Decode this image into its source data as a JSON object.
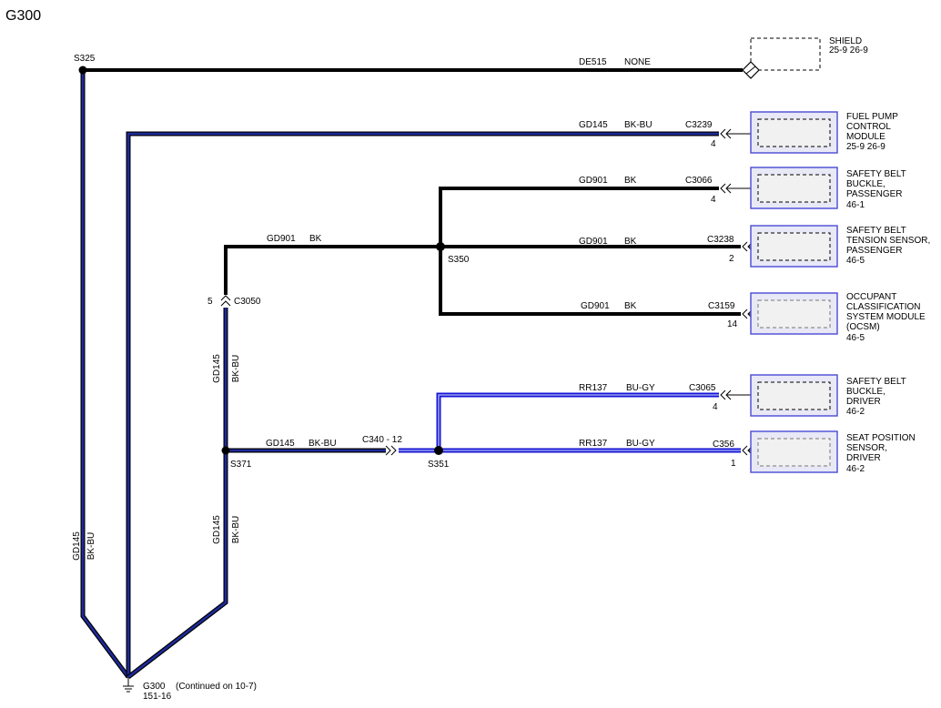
{
  "page_title": "G300",
  "colors": {
    "bk": "#000000",
    "bk_bu": "#1e2a9c",
    "bu_gy": "#1616d8",
    "module_border": "#4a4ad6"
  },
  "splices": {
    "s325": "S325",
    "s350": "S350",
    "s351": "S351",
    "s371": "S371"
  },
  "wires": {
    "de515_circuit": "DE515",
    "de515_color": "NONE",
    "fpcm_circuit": "GD145",
    "fpcm_color": "BK-BU",
    "pass_buckle_circuit": "GD901",
    "pass_buckle_color": "BK",
    "left_gd901_circuit": "GD901",
    "left_gd901_color": "BK",
    "tension_circuit": "GD901",
    "tension_color": "BK",
    "ocsm_circuit": "GD901",
    "ocsm_color": "BK",
    "driver_buckle_circuit": "RR137",
    "driver_buckle_color": "BU-GY",
    "seat_pos_circuit": "RR137",
    "seat_pos_color": "BU-GY",
    "s371_right_circuit": "GD145",
    "s371_right_color": "BK-BU",
    "vert_upper_circuit": "GD145",
    "vert_upper_color": "BK-BU",
    "vert_lower_circuit": "GD145",
    "vert_lower_color": "BK-BU",
    "left_vert_circuit": "GD145",
    "left_vert_color": "BK-BU"
  },
  "connectors": {
    "c3239": {
      "id": "C3239",
      "pin": "4"
    },
    "c3066": {
      "id": "C3066",
      "pin": "4"
    },
    "c3238": {
      "id": "C3238",
      "pin": "2"
    },
    "c3159": {
      "id": "C3159",
      "pin": "14"
    },
    "c3065": {
      "id": "C3065",
      "pin": "4"
    },
    "c356": {
      "id": "C356",
      "pin": "1"
    },
    "c3050": {
      "id": "C3050",
      "pin": "5"
    },
    "c340": {
      "label": "C340 - 12"
    }
  },
  "shield": {
    "name": "SHIELD",
    "ref": "25-9   26-9"
  },
  "modules": [
    {
      "lines": [
        "FUEL PUMP",
        "CONTROL",
        "MODULE"
      ],
      "ref": "25-9   26-9"
    },
    {
      "lines": [
        "SAFETY BELT",
        "BUCKLE,",
        "PASSENGER"
      ],
      "ref": "46-1"
    },
    {
      "lines": [
        "SAFETY BELT",
        "TENSION SENSOR,",
        "PASSENGER"
      ],
      "ref": "46-5"
    },
    {
      "lines": [
        "OCCUPANT",
        "CLASSIFICATION",
        "SYSTEM MODULE",
        "(OCSM)"
      ],
      "ref": "46-5"
    },
    {
      "lines": [
        "SAFETY BELT",
        "BUCKLE,",
        "DRIVER"
      ],
      "ref": "46-2"
    },
    {
      "lines": [
        "SEAT POSITION",
        "SENSOR,",
        "DRIVER"
      ],
      "ref": "46-2"
    }
  ],
  "ground": {
    "name": "G300",
    "note": "(Continued on 10-7)",
    "ref": "151-16"
  }
}
